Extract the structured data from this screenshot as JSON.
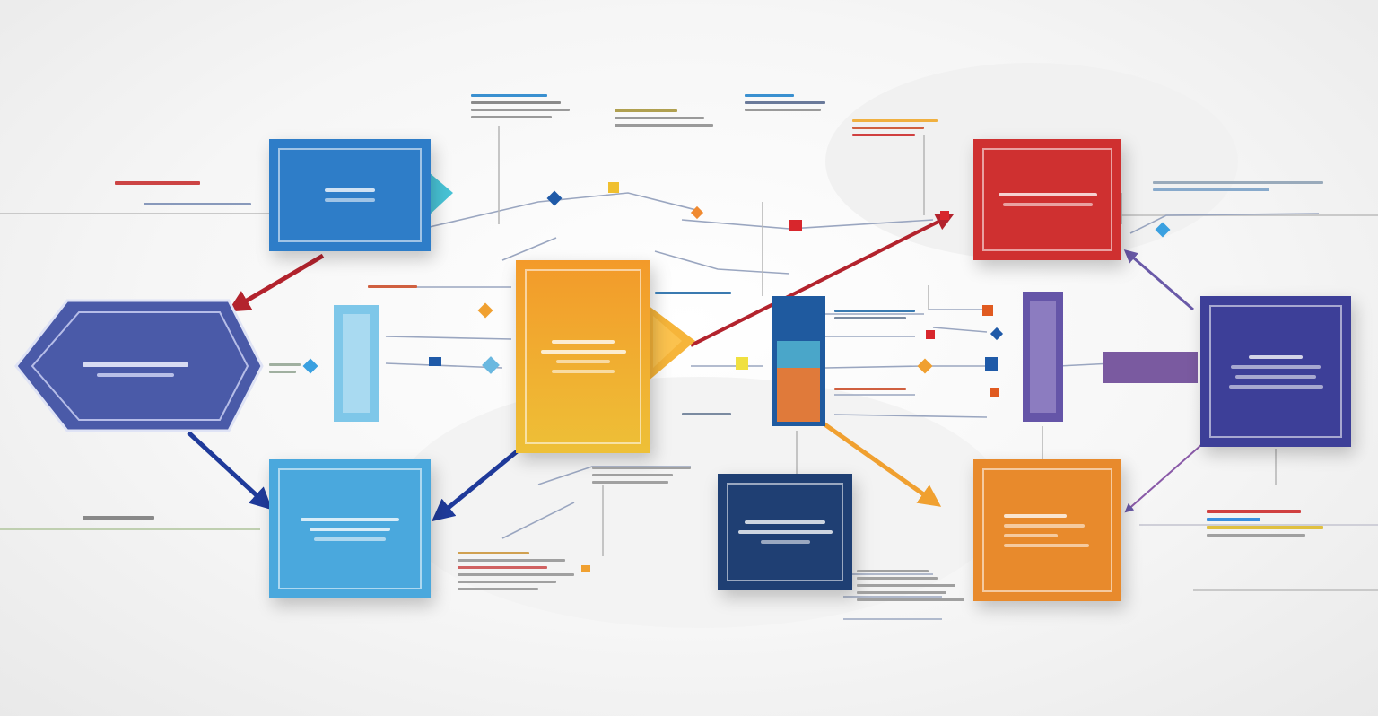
{
  "colors": {
    "blue_dark": "#2e7dc8",
    "blue_light": "#4aa8dd",
    "indigo": "#4a5aa8",
    "navy": "#1f3f73",
    "orange_yellow": "#f0a22a",
    "red": "#cf3030",
    "orange": "#e88a2c",
    "violet": "#3d3f98",
    "connector_red": "#b3232d",
    "connector_navy": "#1f3a9a",
    "connector_orange": "#f0a030"
  },
  "nodes": [
    {
      "id": "n1",
      "shape": "rect",
      "color": "blue_dark",
      "icon": "cube-icon"
    },
    {
      "id": "n2",
      "shape": "hexagon",
      "color": "indigo",
      "icon": "hexagon-icon"
    },
    {
      "id": "n3",
      "shape": "rect",
      "color": "blue_light",
      "icon": "document-icon"
    },
    {
      "id": "n4",
      "shape": "rect",
      "color": "orange_yellow",
      "icon": "folder-icon"
    },
    {
      "id": "n5",
      "shape": "rect",
      "color": "navy",
      "icon": "box-icon"
    },
    {
      "id": "n6",
      "shape": "rect",
      "color": "red",
      "icon": "card-icon"
    },
    {
      "id": "n7",
      "shape": "rect",
      "color": "orange",
      "icon": "sheet-icon"
    },
    {
      "id": "n8",
      "shape": "rect",
      "color": "violet",
      "icon": "panel-icon"
    }
  ],
  "edges": [
    {
      "from": "n2",
      "to": "n1",
      "color": "connector_red"
    },
    {
      "from": "n2",
      "to": "n3",
      "color": "connector_navy"
    },
    {
      "from": "n4",
      "to": "n3",
      "color": "connector_navy"
    },
    {
      "from": "n4",
      "to": "n6",
      "color": "connector_red"
    },
    {
      "from": "n4",
      "to": "n7",
      "color": "connector_orange"
    },
    {
      "from": "n6",
      "to": "n8",
      "color": "indigo"
    },
    {
      "from": "n7",
      "to": "n8",
      "color": "indigo"
    }
  ]
}
